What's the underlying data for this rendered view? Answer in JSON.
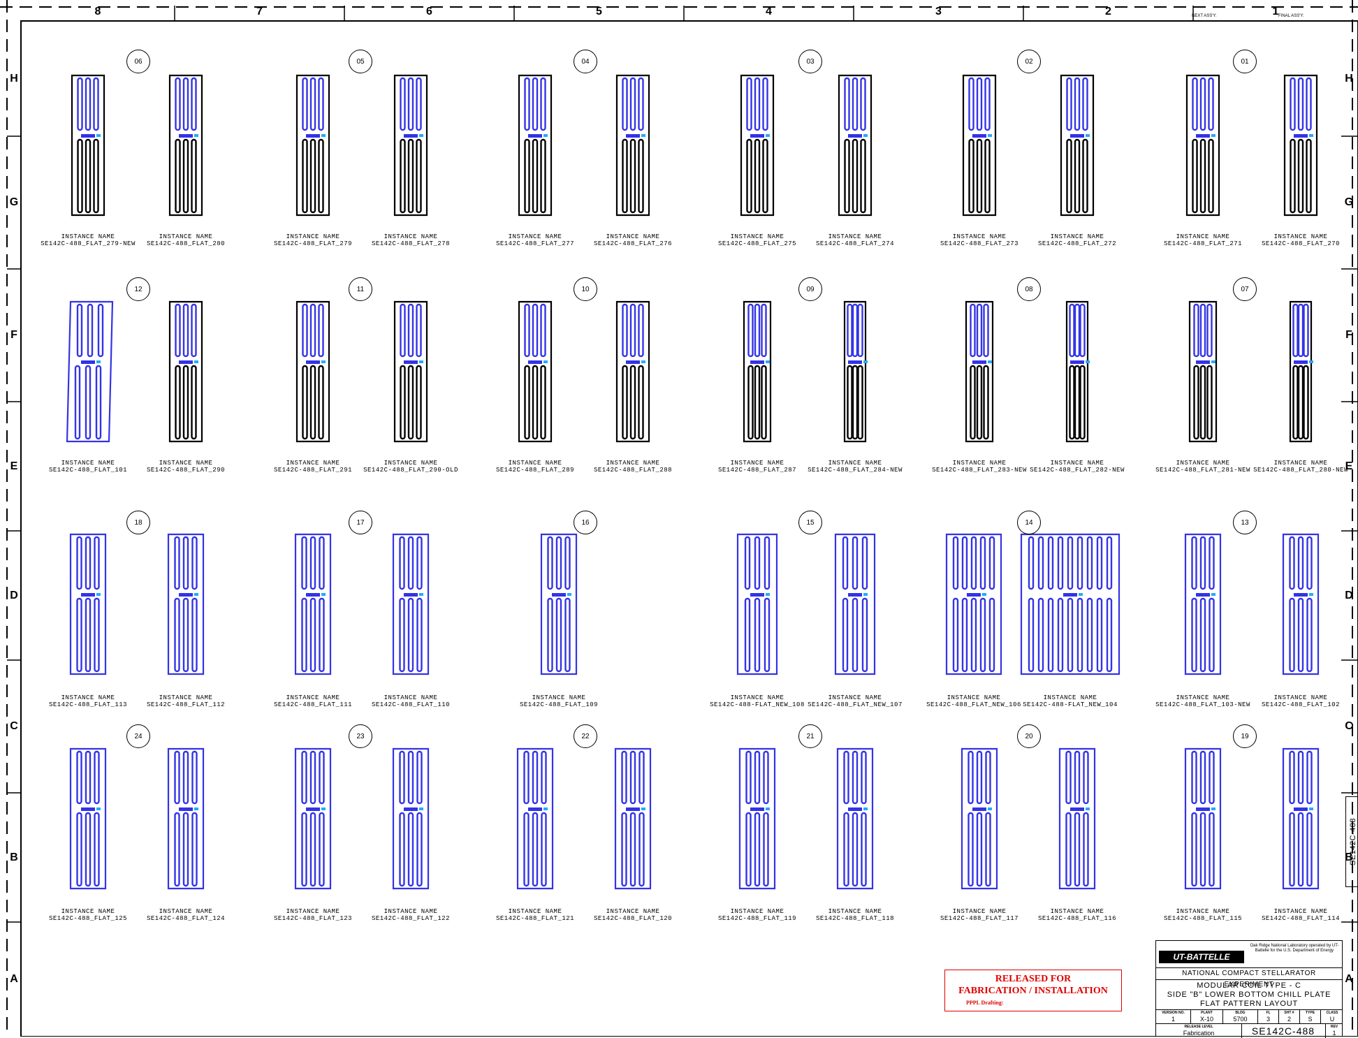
{
  "zones": {
    "columns": [
      "8",
      "7",
      "6",
      "5",
      "4",
      "3",
      "2",
      "1"
    ],
    "rows_left": [
      "H",
      "G",
      "F",
      "E",
      "D",
      "C",
      "B",
      "A"
    ],
    "rows_right": [
      "H",
      "G",
      "F",
      "E",
      "D",
      "C",
      "B",
      "A"
    ],
    "next_assy": "NEXT ASS'Y:",
    "final_assy": "FINAL ASS'Y:"
  },
  "label_heading": "INSTANCE NAME",
  "groups": [
    {
      "id": "06",
      "items": [
        "SE142C-488_FLAT_279-NEW",
        "SE142C-488_FLAT_280"
      ]
    },
    {
      "id": "05",
      "items": [
        "SE142C-488_FLAT_279",
        "SE142C-488_FLAT_278"
      ]
    },
    {
      "id": "04",
      "items": [
        "SE142C-488_FLAT_277",
        "SE142C-488_FLAT_276"
      ]
    },
    {
      "id": "03",
      "items": [
        "SE142C-488_FLAT_275",
        "SE142C-488_FLAT_274"
      ]
    },
    {
      "id": "02",
      "items": [
        "SE142C-488_FLAT_273",
        "SE142C-488_FLAT_272"
      ]
    },
    {
      "id": "01",
      "items": [
        "SE142C-488_FLAT_271",
        "SE142C-488_FLAT_270"
      ]
    },
    {
      "id": "12",
      "items": [
        "SE142C-488_FLAT_101",
        "SE142C-488_FLAT_290"
      ]
    },
    {
      "id": "11",
      "items": [
        "SE142C-488_FLAT_291",
        "SE142C-488_FLAT_290-OLD"
      ]
    },
    {
      "id": "10",
      "items": [
        "SE142C-488_FLAT_289",
        "SE142C-488_FLAT_288"
      ]
    },
    {
      "id": "09",
      "items": [
        "SE142C-488_FLAT_287",
        "SE142C-488_FLAT_284-NEW"
      ]
    },
    {
      "id": "08",
      "items": [
        "SE142C-488_FLAT_283-NEW",
        "SE142C-488_FLAT_282-NEW"
      ]
    },
    {
      "id": "07",
      "items": [
        "SE142C-488_FLAT_281-NEW",
        "SE142C-488_FLAT_280-NEW"
      ]
    },
    {
      "id": "18",
      "items": [
        "SE142C-488_FLAT_113",
        "SE142C-488_FLAT_112"
      ]
    },
    {
      "id": "17",
      "items": [
        "SE142C-488_FLAT_111",
        "SE142C-488_FLAT_110"
      ]
    },
    {
      "id": "16",
      "items": [
        "SE142C-488_FLAT_109"
      ]
    },
    {
      "id": "15",
      "items": [
        "SE142C-488-FLAT_NEW_108",
        "SE142C-488_FLAT_NEW_107"
      ]
    },
    {
      "id": "14",
      "items": [
        "SE142C-488_FLAT_NEW_106",
        "SE142C-488-FLAT_NEW_104"
      ]
    },
    {
      "id": "13",
      "items": [
        "SE142C-488_FLAT_103-NEW",
        "SE142C-488_FLAT_102"
      ]
    },
    {
      "id": "24",
      "items": [
        "SE142C-488_FLAT_125",
        "SE142C-488_FLAT_124"
      ]
    },
    {
      "id": "23",
      "items": [
        "SE142C-488_FLAT_123",
        "SE142C-488_FLAT_122"
      ]
    },
    {
      "id": "22",
      "items": [
        "SE142C-488_FLAT_121",
        "SE142C-488_FLAT_120"
      ]
    },
    {
      "id": "21",
      "items": [
        "SE142C-488_FLAT_119",
        "SE142C-488_FLAT_118"
      ]
    },
    {
      "id": "20",
      "items": [
        "SE142C-488_FLAT_117",
        "SE142C-488_FLAT_116"
      ]
    },
    {
      "id": "19",
      "items": [
        "SE142C-488_FLAT_115",
        "SE142C-488_FLAT_114"
      ]
    }
  ],
  "stamp": {
    "line1": "RELEASED FOR",
    "line2": "FABRICATION / INSTALLATION",
    "line3": "PPPL Drafting:"
  },
  "title_block": {
    "logo": "UT-BATTELLE",
    "lab_text": "Oak Ridge National Laboratory operated by UT-Battelle for the U.S. Department of Energy",
    "project": "NATIONAL COMPACT STELLARATOR EXPERIMENT",
    "title_lines": [
      "MODULAR COIL TYPE - C",
      "SIDE \"B\" LOWER BOTTOM CHILL PLATE",
      "FLAT PATTERN LAYOUT"
    ],
    "cells": [
      {
        "label": "VERSION NO.",
        "value": "1"
      },
      {
        "label": "PLANT",
        "value": "X-10"
      },
      {
        "label": "BLDG",
        "value": "5700"
      },
      {
        "label": "FL",
        "value": "3"
      },
      {
        "label": "SHT #",
        "value": "2"
      },
      {
        "label": "TYPE",
        "value": "S"
      },
      {
        "label": "CLASS",
        "value": "U"
      }
    ],
    "release_level_label": "RELEASE LEVEL",
    "release_level": "Fabrication",
    "drawing_number": "SE142C-488",
    "rev_label": "REV",
    "rev": "1"
  },
  "side_tag": "SE142C-488",
  "colors": {
    "blue": "#3333e6",
    "black": "#000000",
    "stamp_red": "#dd0000"
  }
}
